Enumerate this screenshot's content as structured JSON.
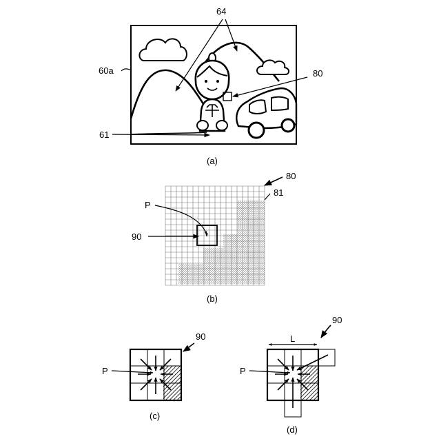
{
  "panel_a": {
    "label_64": "64",
    "label_60a": "60a",
    "label_80": "80",
    "label_61": "61",
    "caption": "(a)"
  },
  "panel_b": {
    "label_80": "80",
    "label_81": "81",
    "label_p": "P",
    "label_90": "90",
    "caption": "(b)"
  },
  "panel_c": {
    "label_90": "90",
    "label_p": "P",
    "caption": "(c)"
  },
  "panel_d": {
    "label_90": "90",
    "label_l": "L",
    "label_p": "P",
    "caption": "(d)"
  }
}
